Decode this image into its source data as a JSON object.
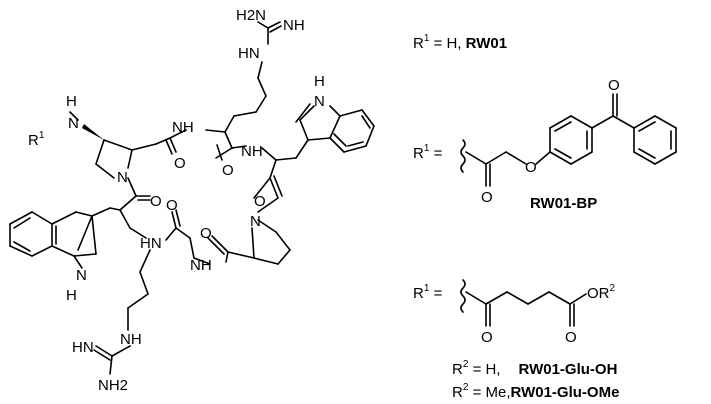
{
  "macrocycle": {
    "atoms": {
      "h2n_top": "H2N",
      "nh_imine_top": "NH",
      "hn_guan_top": "HN",
      "r1nh_h": "H",
      "r1nh_n": "N",
      "r1nh_r": "R",
      "r1nh_sup": "1",
      "nh_a": "NH",
      "nh_b": "NH",
      "n_pro1": "N",
      "o_1": "O",
      "o_2": "O",
      "o_3": "O",
      "o_4": "O",
      "o_5": "O",
      "n_pro2": "N",
      "hn_c": "HN",
      "nh_d": "NH",
      "o_6": "O",
      "indole_top_h": "H",
      "indole_top_n": "N",
      "indole_bot_n": "N",
      "indole_bot_h": "H",
      "nh_guan_bot": "NH",
      "hn_imine_bot": "HN",
      "nh2_bot": "NH2"
    }
  },
  "variants": [
    {
      "prefix": "R",
      "sup": "1",
      "text": " = H, ",
      "name": "RW01"
    },
    {
      "prefix": "R",
      "sup": "1",
      "text": " = ",
      "name": "RW01-BP",
      "o_left": "O",
      "o_ether": "O",
      "o_keto": "O"
    },
    {
      "prefix": "R",
      "sup": "1",
      "text": " = ",
      "o_keto": "O",
      "o_ester": "O",
      "ester": "OR",
      "ester_sup": "2"
    }
  ],
  "footer": [
    {
      "prefix": "R",
      "sup": "2",
      "text": " = H,",
      "name": "RW01-Glu-OH"
    },
    {
      "prefix": "R",
      "sup": "2",
      "text": " = Me,",
      "name": "RW01-Glu-OMe"
    }
  ]
}
